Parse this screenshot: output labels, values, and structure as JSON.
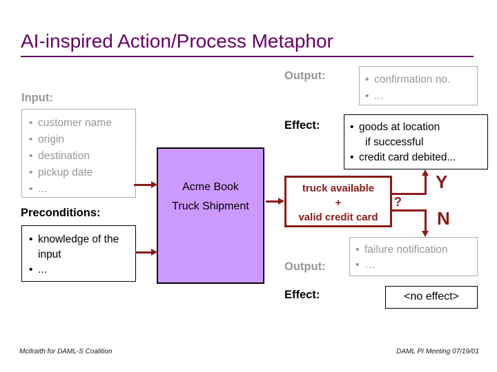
{
  "title": "AI-inspired Action/Process Metaphor",
  "colors": {
    "title_purple": "#660066",
    "dark_red": "#8B1A1A",
    "gray_text": "#969696",
    "process_fill": "#CC99FF"
  },
  "input": {
    "label": "Input:",
    "items": [
      "customer name",
      "origin",
      "destination",
      "pickup date",
      "..."
    ]
  },
  "preconditions": {
    "label": "Preconditions:",
    "items": [
      "knowledge of the input",
      "..."
    ]
  },
  "process": {
    "name_line1": "Acme Book",
    "name_line2": "Truck Shipment"
  },
  "condition": {
    "line1": "truck available",
    "line2": "+",
    "line3": "valid credit card",
    "question_mark": "?",
    "yes_label": "Y",
    "no_label": "N"
  },
  "success": {
    "output_label": "Output:",
    "output_items": [
      "confirmation no.",
      "..."
    ],
    "effect_label": "Effect:",
    "effect_line1": "goods at location",
    "effect_line2": "if successful",
    "effect_line3": "credit card debited..."
  },
  "failure": {
    "output_label": "Output:",
    "output_items": [
      "failure notification",
      "…"
    ],
    "effect_label": "Effect:",
    "effect_value": "<no effect>"
  },
  "footer": {
    "left": "McIlraith for DAML-S Coalition",
    "right": "DAML PI Meeting 07/19/01"
  }
}
